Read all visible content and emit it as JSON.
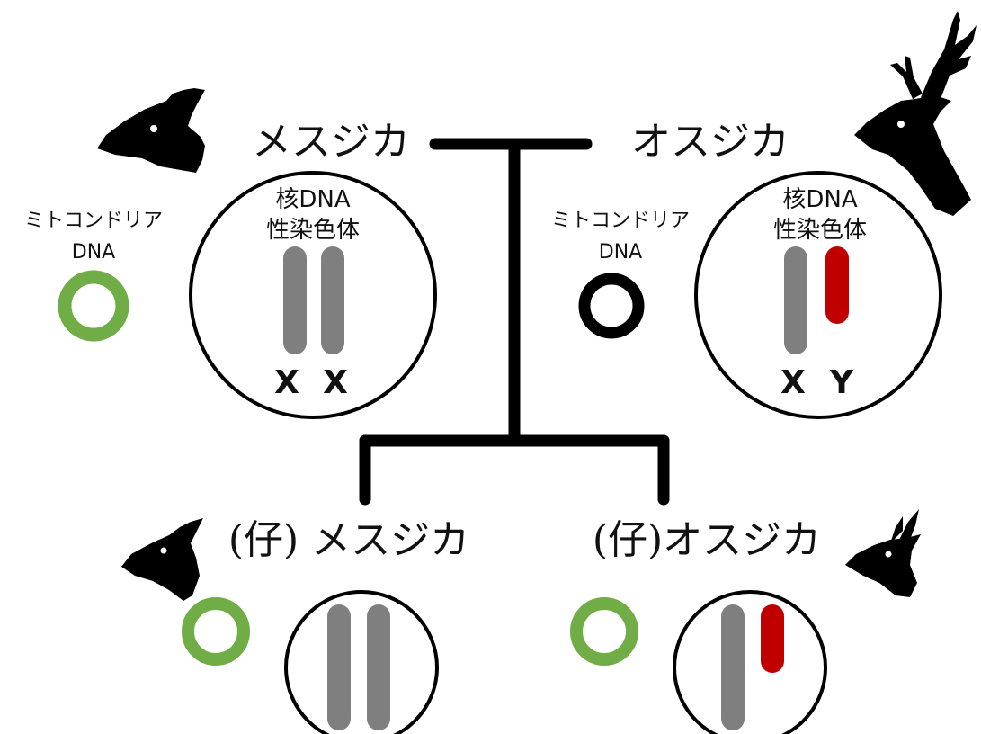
{
  "colors": {
    "line": "#000000",
    "chromosome_x": "#7f7f7f",
    "chromosome_y": "#c00000",
    "mito_maternal": "#70ad47",
    "mito_paternal": "#000000",
    "silhouette": "#000000"
  },
  "icons": {
    "female_parent": "doe-head-icon",
    "male_parent": "stag-head-icon",
    "female_child": "fawn-head-icon",
    "male_child": "young-buck-head-icon"
  },
  "female_parent": {
    "title": "メスジカ",
    "mito_label_line1": "ミトコンドリア",
    "mito_label_line2": "DNA",
    "nuclear_label_line1": "核DNA",
    "nuclear_label_line2": "性染色体",
    "chrom_1": "X",
    "chrom_2": "X"
  },
  "male_parent": {
    "title": "オスジカ",
    "mito_label_line1": "ミトコンドリア",
    "mito_label_line2": "DNA",
    "nuclear_label_line1": "核DNA",
    "nuclear_label_line2": "性染色体",
    "chrom_1": "X",
    "chrom_2": "Y"
  },
  "female_child": {
    "title": "(仔) メスジカ"
  },
  "male_child": {
    "title": "(仔)オスジカ"
  }
}
